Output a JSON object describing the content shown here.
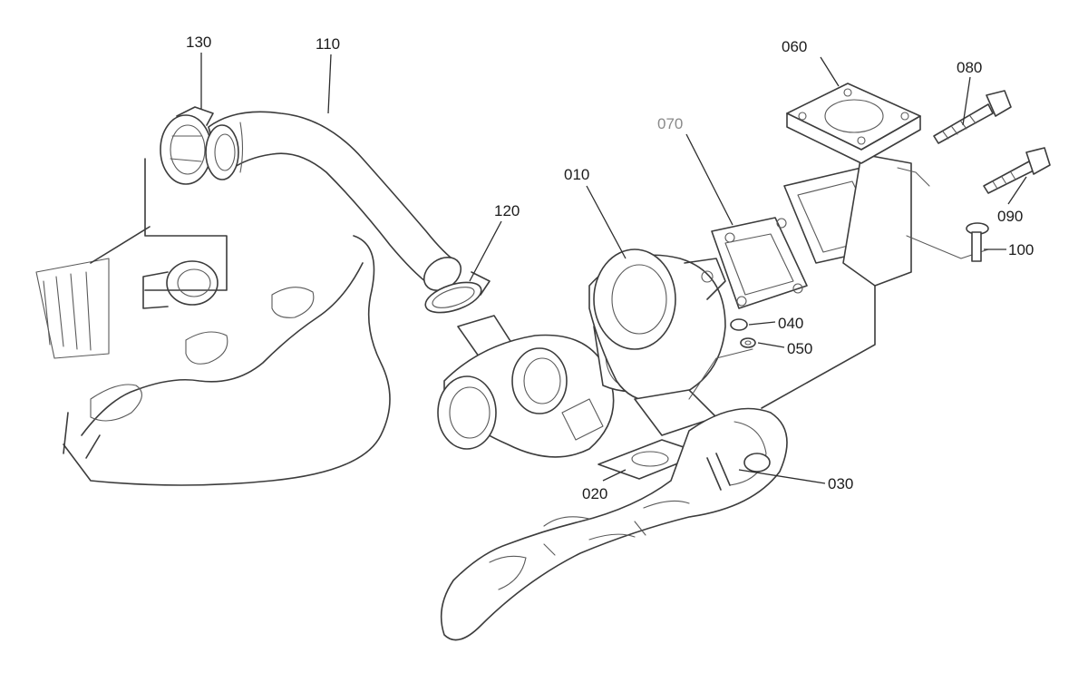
{
  "callouts": [
    {
      "id": "130",
      "text": "130"
    },
    {
      "id": "110",
      "text": "110"
    },
    {
      "id": "060",
      "text": "060"
    },
    {
      "id": "080",
      "text": "080"
    },
    {
      "id": "070",
      "text": "070",
      "muted": true
    },
    {
      "id": "010",
      "text": "010"
    },
    {
      "id": "120",
      "text": "120"
    },
    {
      "id": "090",
      "text": "090"
    },
    {
      "id": "100",
      "text": "100"
    },
    {
      "id": "040",
      "text": "040"
    },
    {
      "id": "050",
      "text": "050"
    },
    {
      "id": "030",
      "text": "030"
    },
    {
      "id": "020",
      "text": "020"
    }
  ],
  "colors": {
    "line": "#3c3c3c",
    "label": "#1c1c1c",
    "muted_label": "#8a8a8a"
  }
}
